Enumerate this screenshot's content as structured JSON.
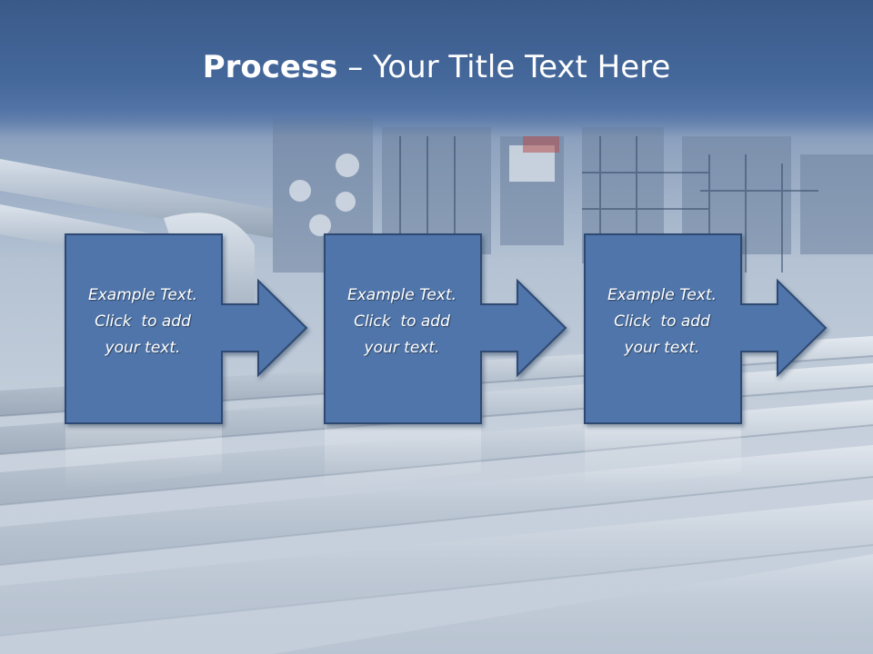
{
  "title": {
    "bold": "Process",
    "rest": " – Your Title Text Here"
  },
  "steps": [
    {
      "line1": "Example Text.",
      "line2": "Click  to add",
      "line3": "your text."
    },
    {
      "line1": "Example Text.",
      "line2": "Click  to add",
      "line3": "your text."
    },
    {
      "line1": "Example Text.",
      "line2": "Click  to add",
      "line3": "your text."
    }
  ],
  "colors": {
    "title_band": "#44679a",
    "shape_fill": "#4f74aa",
    "shape_outline": "#2e4a72",
    "text": "#ffffff"
  }
}
